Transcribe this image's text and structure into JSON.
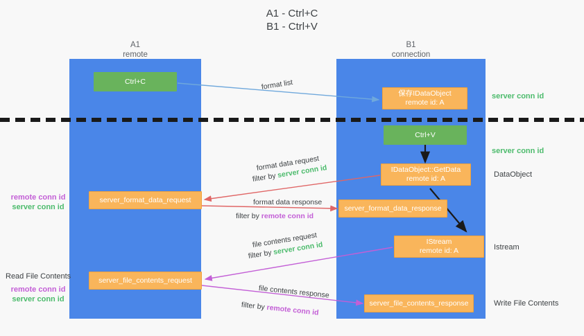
{
  "title": {
    "line1": "A1 - Ctrl+C",
    "line2": "B1 - Ctrl+V"
  },
  "columns": [
    {
      "name": "A1",
      "sub": "remote"
    },
    {
      "name": "B1",
      "sub": "connection"
    }
  ],
  "nodes": {
    "ctrl_c": {
      "line1": "Ctrl+C",
      "line2": ""
    },
    "save_idataobject": {
      "line1": "保存IDataObject",
      "line2": "remote id: A"
    },
    "ctrl_v": {
      "line1": "Ctrl+V",
      "line2": ""
    },
    "getdata": {
      "line1": "IDataObject::GetData",
      "line2": "remote id: A"
    },
    "format_data_request": {
      "line1": "server_format_data_request",
      "line2": ""
    },
    "format_data_response": {
      "line1": "server_format_data_response",
      "line2": ""
    },
    "istream": {
      "line1": "IStream",
      "line2": "remote id: A"
    },
    "file_contents_request": {
      "line1": "server_file_contents_request",
      "line2": ""
    },
    "file_contents_response": {
      "line1": "server_file_contents_response",
      "line2": ""
    }
  },
  "annotations": {
    "format_list": "format list",
    "format_data_request": "format data request",
    "format_data_request_filter_prefix": "filter by ",
    "format_data_request_filter_value": "server conn id",
    "format_data_response": "format data response",
    "format_data_response_filter_prefix": "filter by ",
    "format_data_response_filter_value": "remote conn id",
    "file_contents_request": "file contents request",
    "file_contents_request_filter_prefix": "filter by ",
    "file_contents_request_filter_value": "server conn id",
    "file_contents_response": "file contents response",
    "file_contents_response_filter_prefix": "filter by ",
    "file_contents_response_filter_value": "remote conn id"
  },
  "right_labels": {
    "server_conn_id_1": "server conn id",
    "server_conn_id_2": "server conn id",
    "dataobject": "DataObject",
    "istream": "Istream",
    "write_file_contents": "Write File Contents"
  },
  "left_labels": {
    "remote_conn_id_1": "remote conn id",
    "server_conn_id_1": "server conn id",
    "read_file_contents": "Read File Contents",
    "remote_conn_id_2": "remote conn id",
    "server_conn_id_2": "server conn id"
  },
  "colors": {
    "lane": "#4a86e8",
    "green_node": "#69b35c",
    "orange_node": "#f9b55b",
    "green_text": "#4cbb6c",
    "purple_text": "#c35fd6",
    "arrow_blue": "#6fa8dc",
    "arrow_red": "#e06666",
    "arrow_magenta": "#c35fd6",
    "arrow_black": "#1a1a1a",
    "background": "#f8f8f8"
  }
}
